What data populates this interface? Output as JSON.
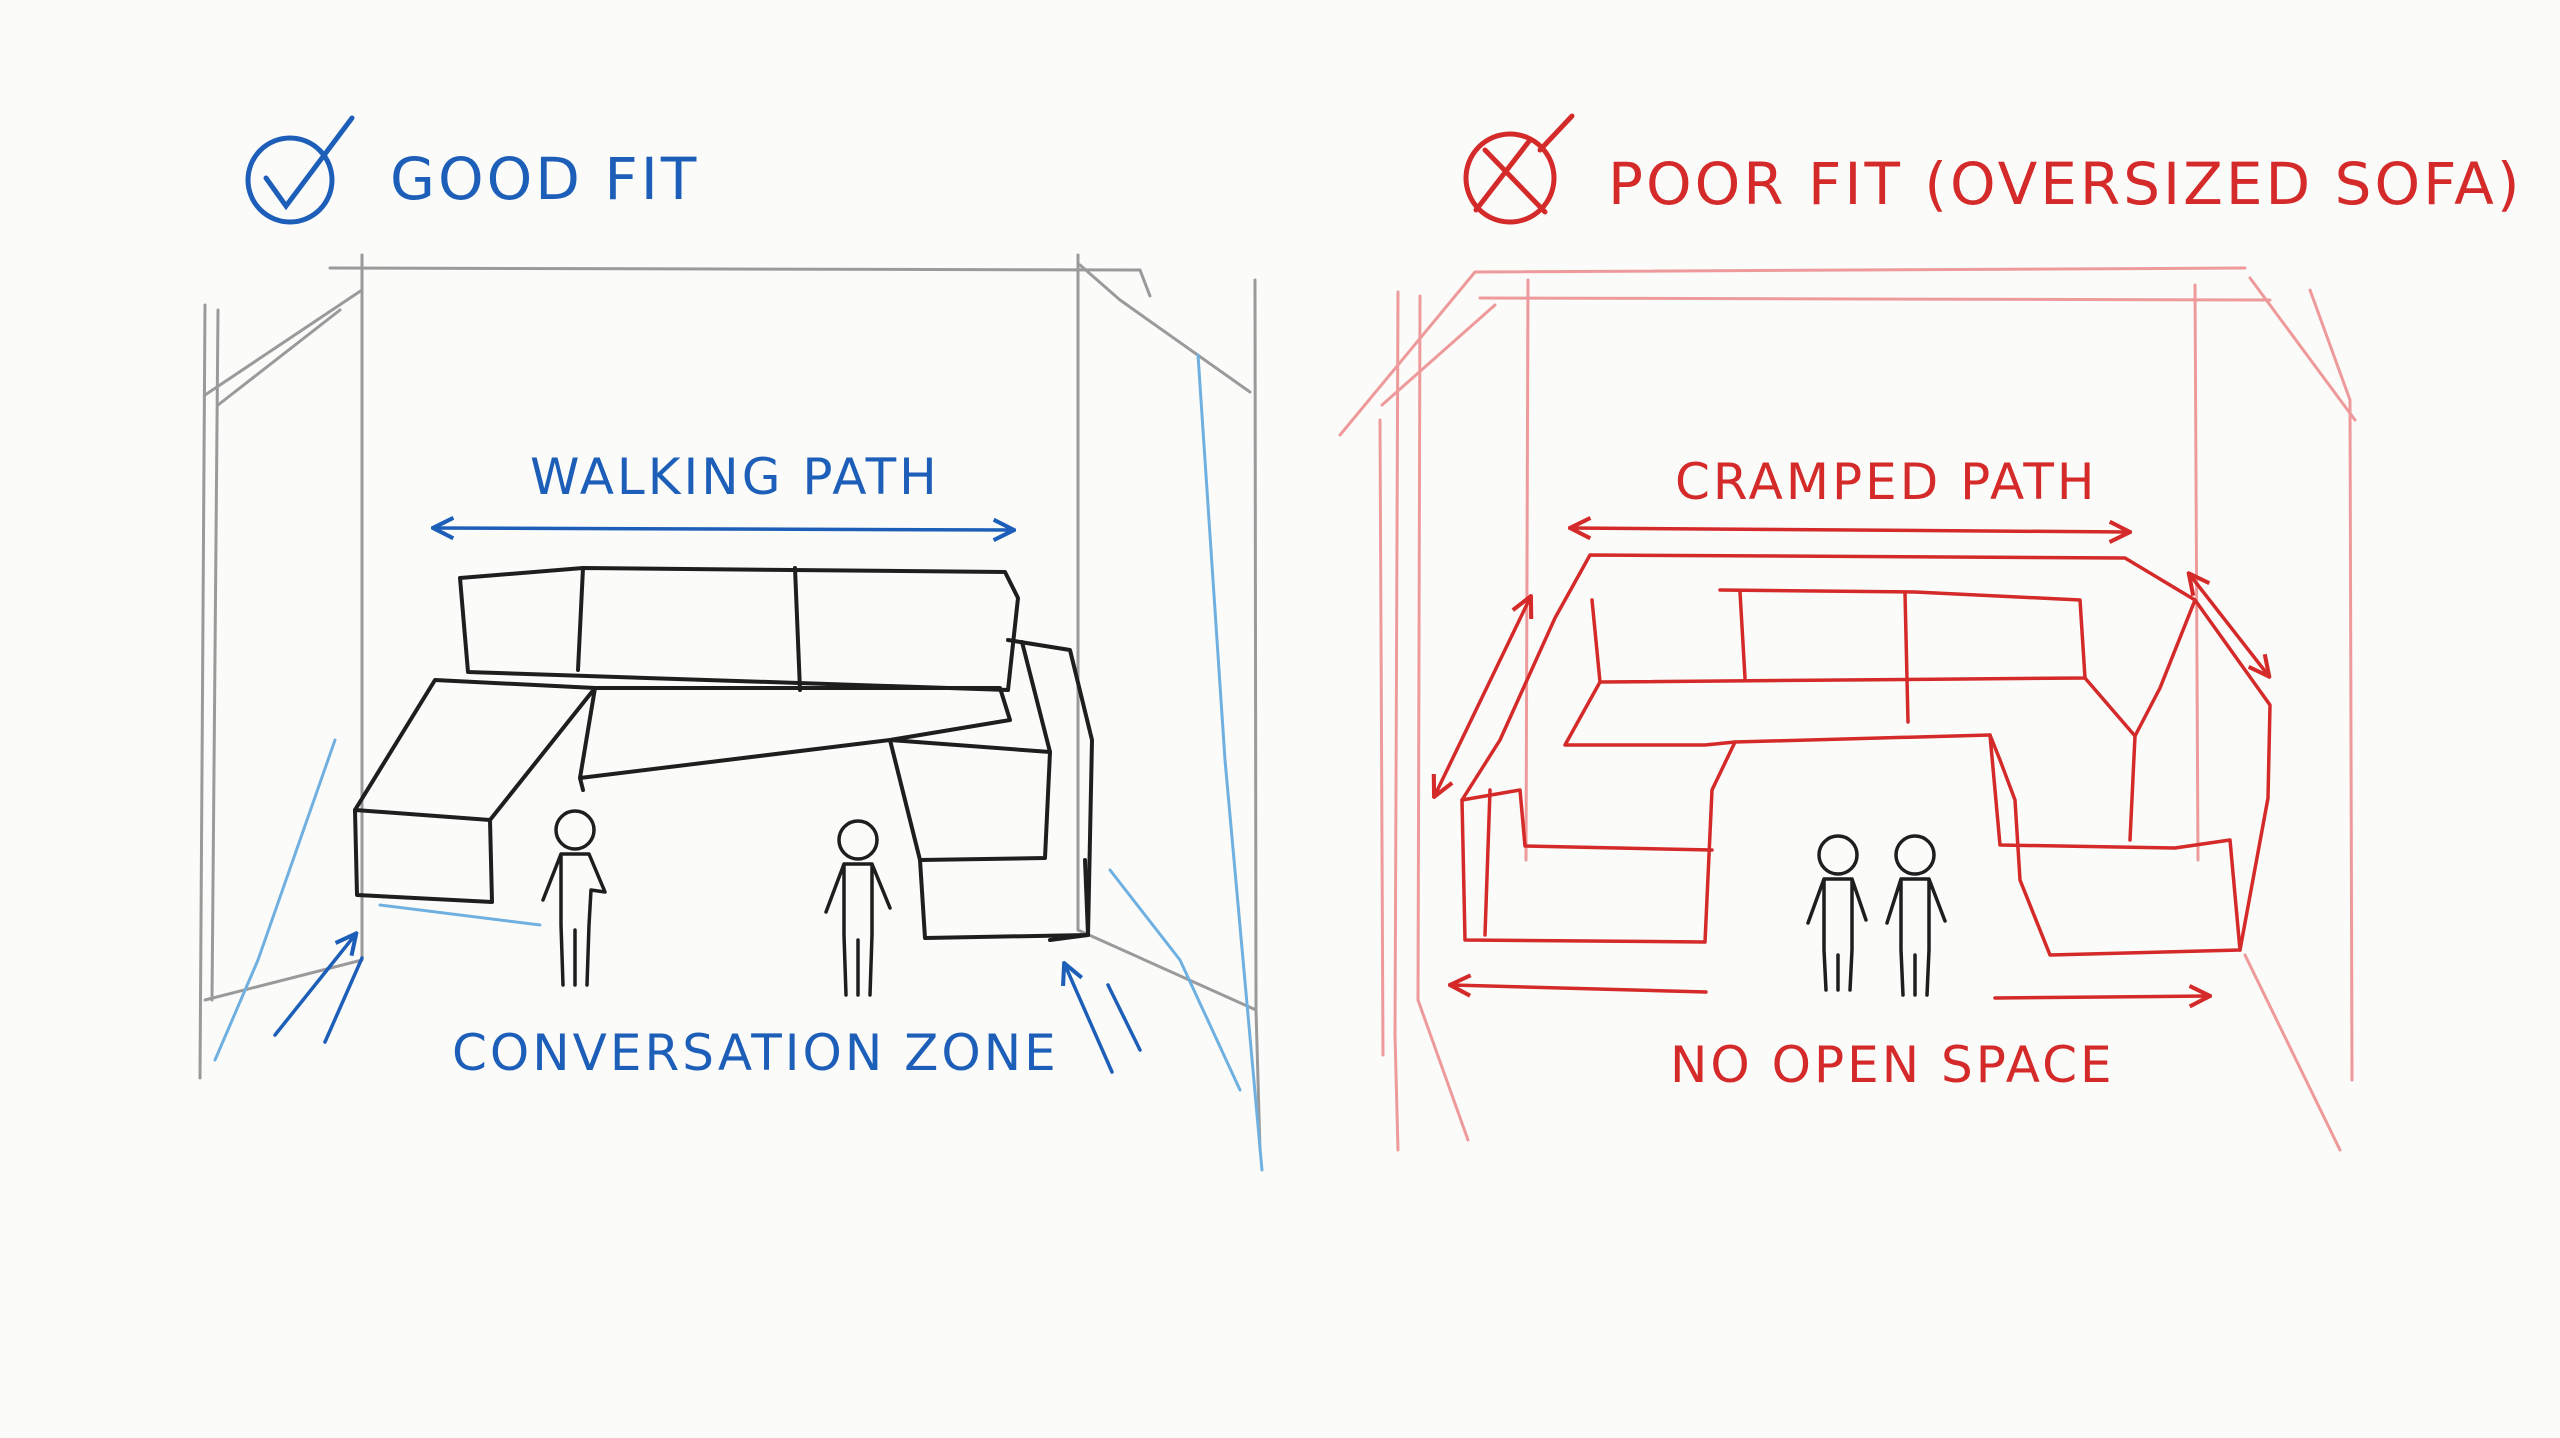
{
  "good": {
    "title": "GOOD FIT",
    "path_label": "WALKING PATH",
    "zone_label": "CONVERSATION ZONE",
    "icon": "check-circle-icon"
  },
  "poor": {
    "title": "POOR FIT (OVERSIZED SOFA)",
    "path_label": "CRAMPED PATH",
    "space_label": "NO OPEN SPACE",
    "icon": "x-circle-icon"
  },
  "colors": {
    "good": "#1d5fb8",
    "poor": "#d42a2a",
    "pencil": "#1e1e1e",
    "graphite": "#9a9a9a",
    "light_blue": "#6fb0e0",
    "light_red": "#ee9a9a"
  }
}
